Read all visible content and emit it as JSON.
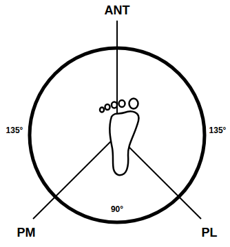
{
  "diagram": {
    "labels": [
      "ANT",
      "135°",
      "135°",
      "PM",
      "90°",
      "PL"
    ]
  }
}
